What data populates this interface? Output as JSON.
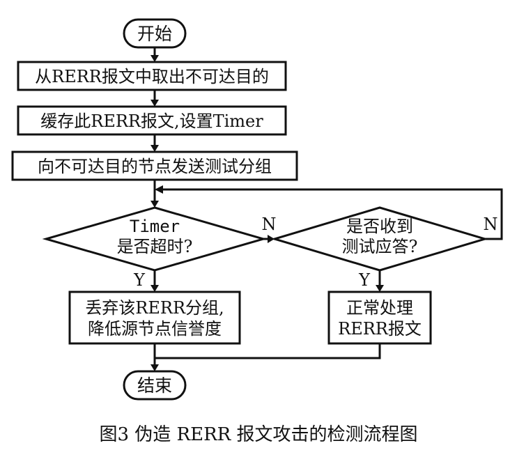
{
  "nodes": {
    "start": "开始",
    "step1": "从RERR报文中取出不可达目的",
    "step2": "缓存此RERR报文,设置Timer",
    "step3": "向不可达目的节点发送测试分组",
    "decision_timeout": {
      "line1": "Timer",
      "line2": "是否超时?"
    },
    "decision_response": {
      "line1": "是否收到",
      "line2": "测试应答?"
    },
    "discard": {
      "line1": "丢弃该RERR分组,",
      "line2": "降低源节点信誉度"
    },
    "normal": {
      "line1": "正常处理",
      "line2": "RERR报文"
    },
    "end": "结束"
  },
  "edge_labels": {
    "timeout_no": "N",
    "response_no": "N",
    "timeout_yes": "Y",
    "response_yes": "Y"
  },
  "caption": "图3   伪造 RERR 报文攻击的检测流程图"
}
